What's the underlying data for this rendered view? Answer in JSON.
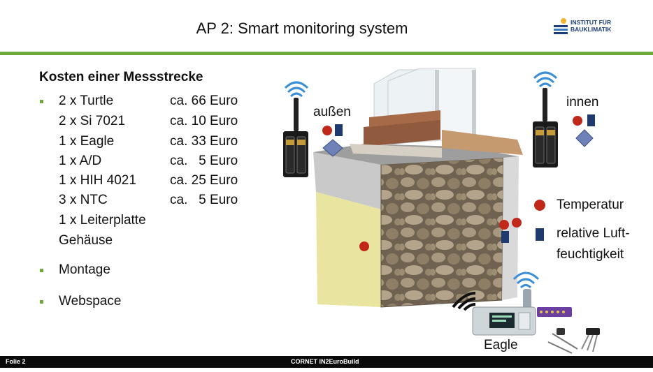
{
  "header": {
    "title": "AP 2: Smart monitoring system",
    "logo_text": "INSTITUT FÜR\nBAUKLIMATIK"
  },
  "content": {
    "heading": "Kosten einer Messstrecke",
    "items": [
      {
        "name": "2 x Turtle",
        "price": "ca. 66 Euro"
      },
      {
        "name": "2 x Si 7021",
        "price": "ca. 10 Euro"
      },
      {
        "name": "1 x Eagle",
        "price": "ca. 33 Euro"
      },
      {
        "name": "1 x A/D",
        "price": "ca.   5 Euro"
      },
      {
        "name": "1 x HIH 4021",
        "price": "ca. 25 Euro"
      },
      {
        "name": "3 x NTC",
        "price": "ca.   5 Euro"
      },
      {
        "name": "1 x Leiterplatte",
        "price": ""
      },
      {
        "name": "Gehäuse",
        "price": ""
      }
    ],
    "bullets": [
      "Montage",
      "Webspace"
    ]
  },
  "diagram": {
    "label_outside": "außen",
    "label_inside": "innen",
    "label_eagle": "Eagle",
    "legend_temperature": "Temperatur",
    "legend_humidity": "relative Luft-\nfeuchtigkeit",
    "colors": {
      "temperature": "#c0281a",
      "humidity": "#1f3a6e",
      "accent": "#6fa83c"
    }
  },
  "footer": {
    "left": "Folie 2",
    "center": "CORNET IN2EuroBuild"
  }
}
